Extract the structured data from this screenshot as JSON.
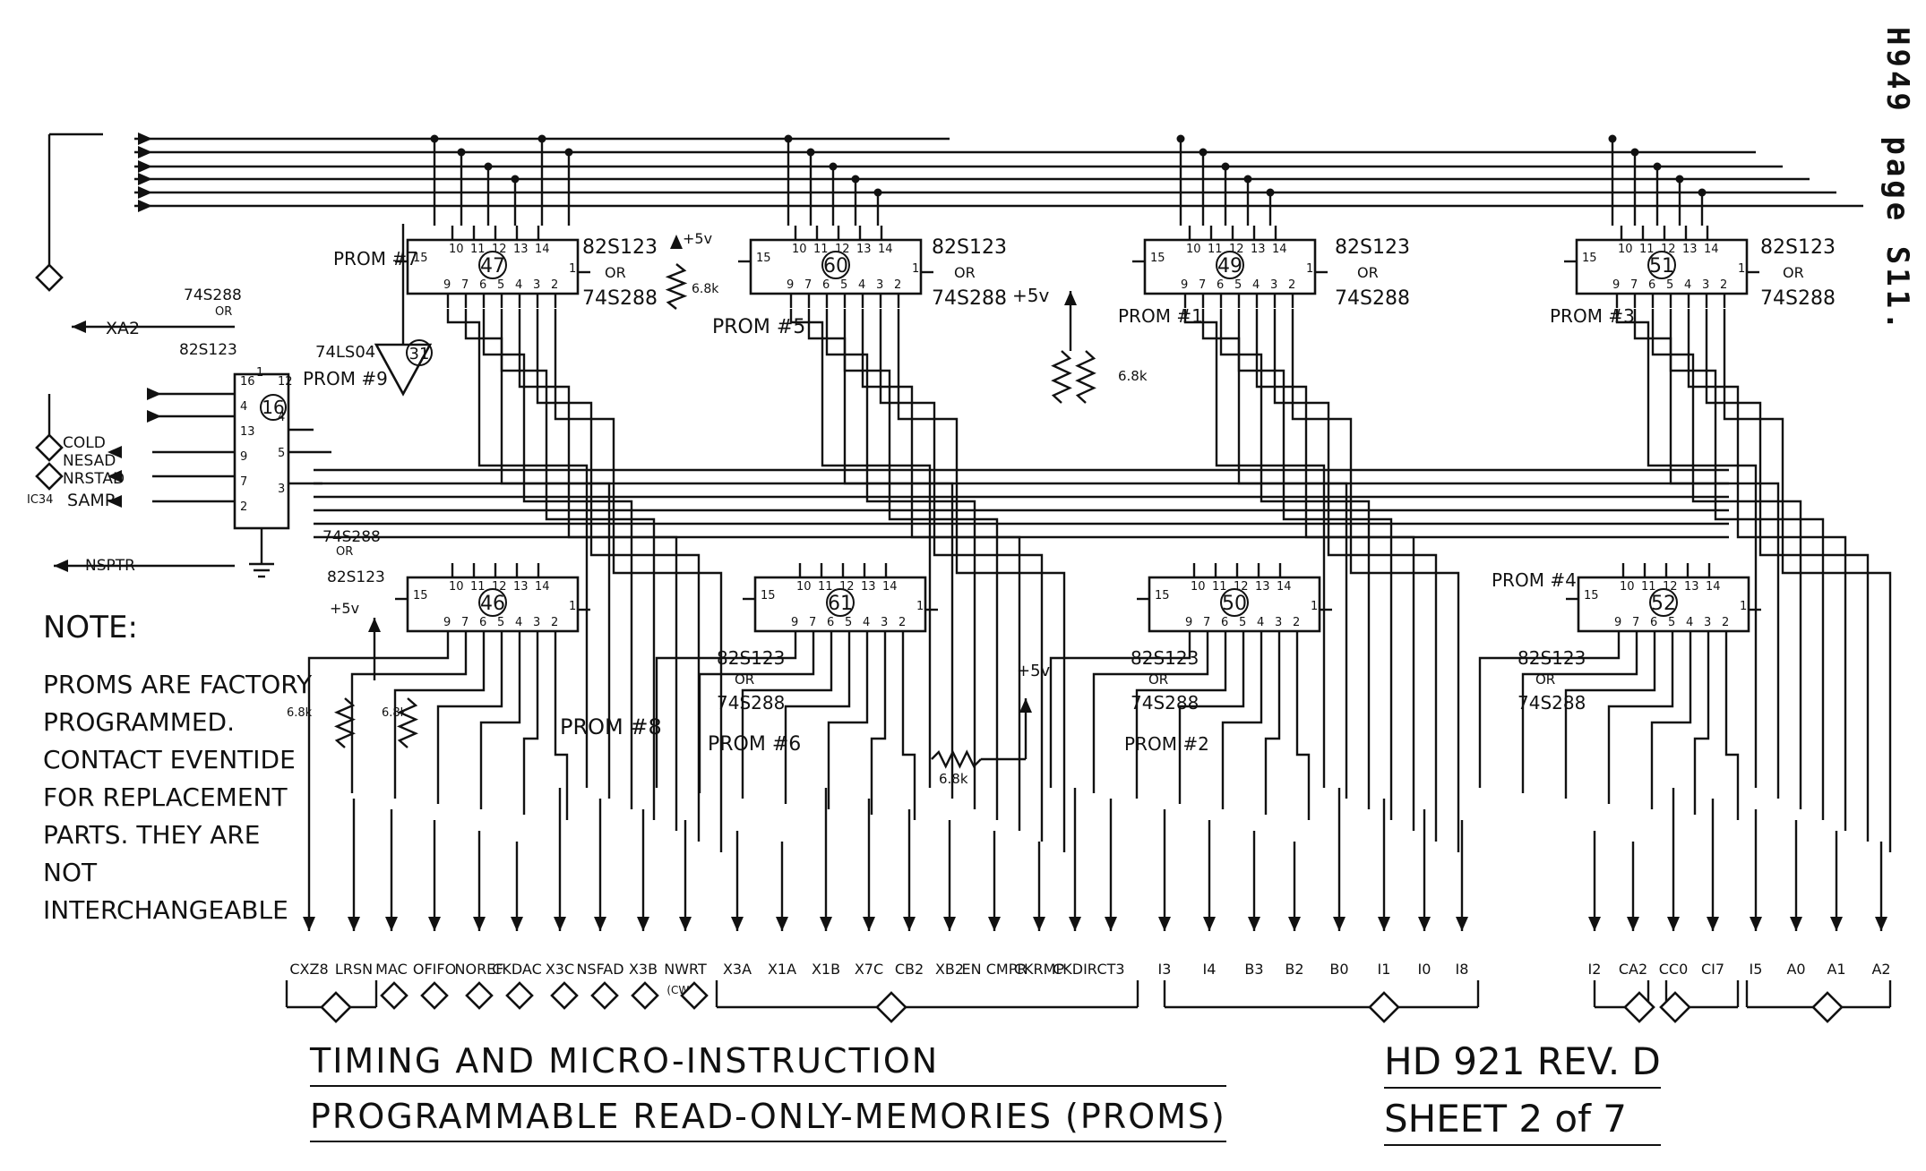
{
  "sheet_ref": "H949 page S11.",
  "ic_upper": [
    {
      "id": "47",
      "prom": "PROM #7",
      "type_a": "82S123",
      "type_or": "OR",
      "type_b": "74S288"
    },
    {
      "id": "60",
      "prom": "PROM #5",
      "type_a": "82S123",
      "type_or": "OR",
      "type_b": "74S288"
    },
    {
      "id": "49",
      "prom": "PROM #1",
      "type_a": "82S123",
      "type_or": "OR",
      "type_b": "74S288"
    },
    {
      "id": "51",
      "prom": "PROM #3",
      "type_a": "82S123",
      "type_or": "OR",
      "type_b": "74S288"
    }
  ],
  "ic_lower": [
    {
      "id": "46",
      "prom": "PROM #8",
      "type_a": "74S288",
      "type_or": "OR",
      "type_b": "82S123"
    },
    {
      "id": "61",
      "prom": "PROM #6",
      "type_a": "82S123",
      "type_or": "OR",
      "type_b": "74S288"
    },
    {
      "id": "50",
      "prom": "PROM #2",
      "type_a": "82S123",
      "type_or": "OR",
      "type_b": "74S288"
    },
    {
      "id": "52",
      "prom": "PROM #4",
      "type_a": "82S123",
      "type_or": "OR",
      "type_b": "74S288"
    }
  ],
  "ic16": {
    "id": "16",
    "prom": "PROM #9",
    "type_a": "74S288",
    "type_or": "OR",
    "type_b": "82S123"
  },
  "inverter": {
    "id": "31",
    "type": "74LS04"
  },
  "left_signals": {
    "xa2": "XA2",
    "cold": "COLD",
    "nesad": "NESAD",
    "nrstad": "NRSTAD",
    "samp": "SAMP",
    "nsptr": "NSPTR",
    "samp_prefix": "IC34"
  },
  "supply": "+5v",
  "resistor": "6.8k",
  "note": {
    "title": "NOTE:",
    "lines": [
      "PROMS ARE FACTORY",
      "PROGRAMMED.",
      "CONTACT EVENTIDE",
      "FOR REPLACEMENT",
      "PARTS. THEY ARE",
      "NOT INTERCHANGEABLE"
    ]
  },
  "outputs": [
    "CXZ8",
    "LRSN",
    "MAC",
    "OFIFO",
    "NOREF",
    "CKDAC",
    "X3C",
    "NSFAD",
    "X3B",
    "NWRT",
    "X3A",
    "X1A",
    "X1B",
    "X7C",
    "CB2",
    "XB2",
    "EN CMPR",
    "CKRMP",
    "CKDIR",
    "CT3",
    "I3",
    "I4",
    "B3",
    "B2",
    "B0",
    "I1",
    "I0",
    "I8",
    "I2",
    "CA2",
    "CC0",
    "CI7",
    "I5",
    "A0",
    "A1",
    "A2"
  ],
  "output_sub": "(CW3)",
  "pins_top": [
    "15",
    "10",
    "11",
    "12",
    "13",
    "14",
    "1"
  ],
  "pins_bot": [
    "9",
    "7",
    "6",
    "5",
    "4",
    "3",
    "2"
  ],
  "pin16": {
    "left": [
      "16",
      "4",
      "13",
      "9",
      "7",
      "2"
    ],
    "right": [
      "12",
      "4",
      "5",
      "3"
    ],
    "top": [
      "1"
    ]
  },
  "title": {
    "line1": "TIMING AND MICRO-INSTRUCTION",
    "line2": "PROGRAMMABLE READ-ONLY-MEMORIES (PROMS)"
  },
  "rev": {
    "line1": "HD 921 REV. D",
    "line2": "SHEET 2 of 7"
  }
}
